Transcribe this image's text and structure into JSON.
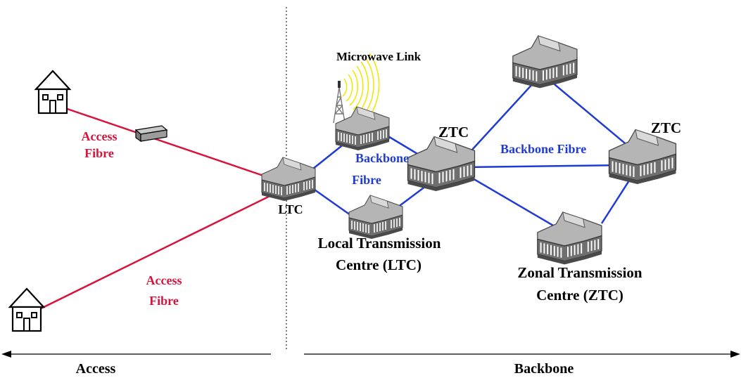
{
  "labels": {
    "microwave_link": "Microwave Link",
    "access_fibre_top_1": "Access",
    "access_fibre_top_2": "Fibre",
    "access_fibre_bottom_1": "Access",
    "access_fibre_bottom_2": "Fibre",
    "backbone_fibre_left_1": "Backbone",
    "backbone_fibre_left_2": "Fibre",
    "backbone_fibre_right": "Backbone Fibre",
    "ltc": "LTC",
    "ztc_center": "ZTC",
    "ztc_right": "ZTC",
    "ltc_full_1": "Local Transmission",
    "ltc_full_2": "Centre (LTC)",
    "ztc_full_1": "Zonal Transmission",
    "ztc_full_2": "Centre (ZTC)",
    "access_axis": "Access",
    "backbone_axis": "Backbone"
  },
  "colors": {
    "access_link": "#d8143c",
    "backbone_link": "#1f3bd6",
    "microwave": "#f2e600",
    "building": "#8c8c8c"
  }
}
